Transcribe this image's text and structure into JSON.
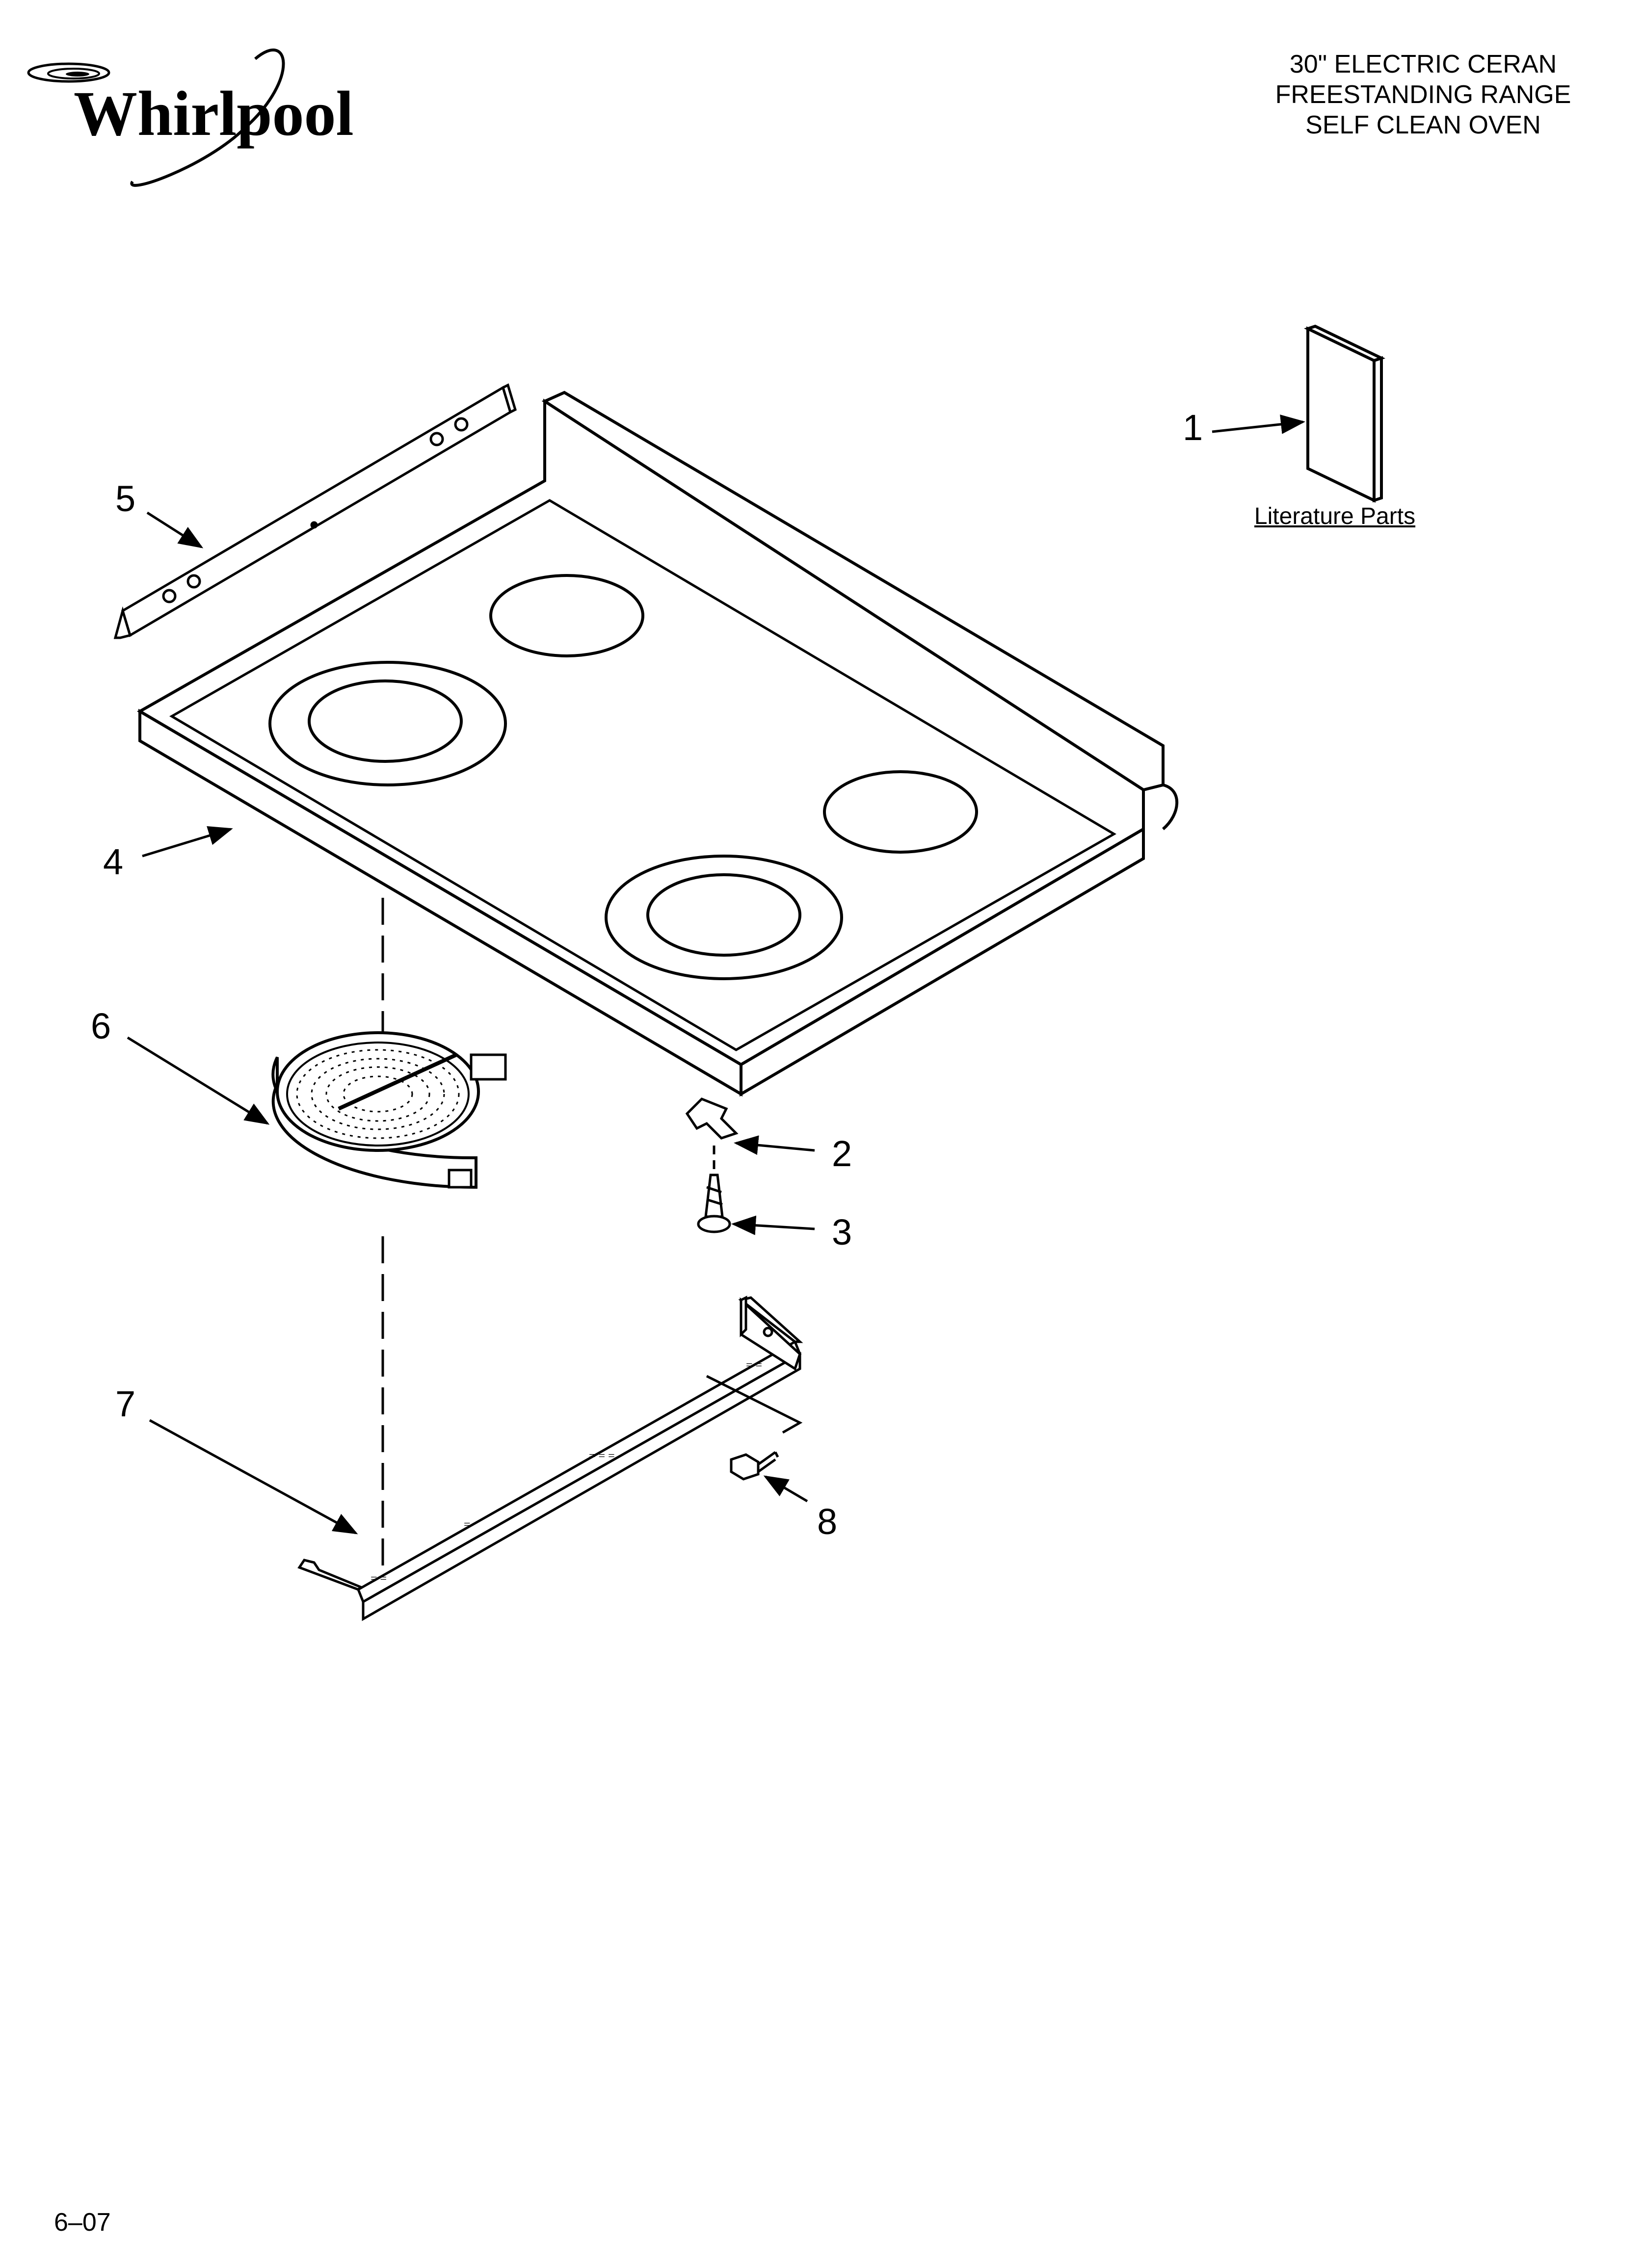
{
  "brand": {
    "logo_text": "Whirlpool"
  },
  "header": {
    "title_lines": [
      "30\" ELECTRIC CERAN",
      "FREESTANDING RANGE",
      "SELF CLEAN OVEN"
    ]
  },
  "literature": {
    "caption": "Literature Parts"
  },
  "callouts": {
    "c1": "1",
    "c2": "2",
    "c3": "3",
    "c4": "4",
    "c5": "5",
    "c6": "6",
    "c7": "7",
    "c8": "8"
  },
  "footer": {
    "page_code": "6–07"
  },
  "colors": {
    "ink": "#000000",
    "paper": "#ffffff"
  }
}
